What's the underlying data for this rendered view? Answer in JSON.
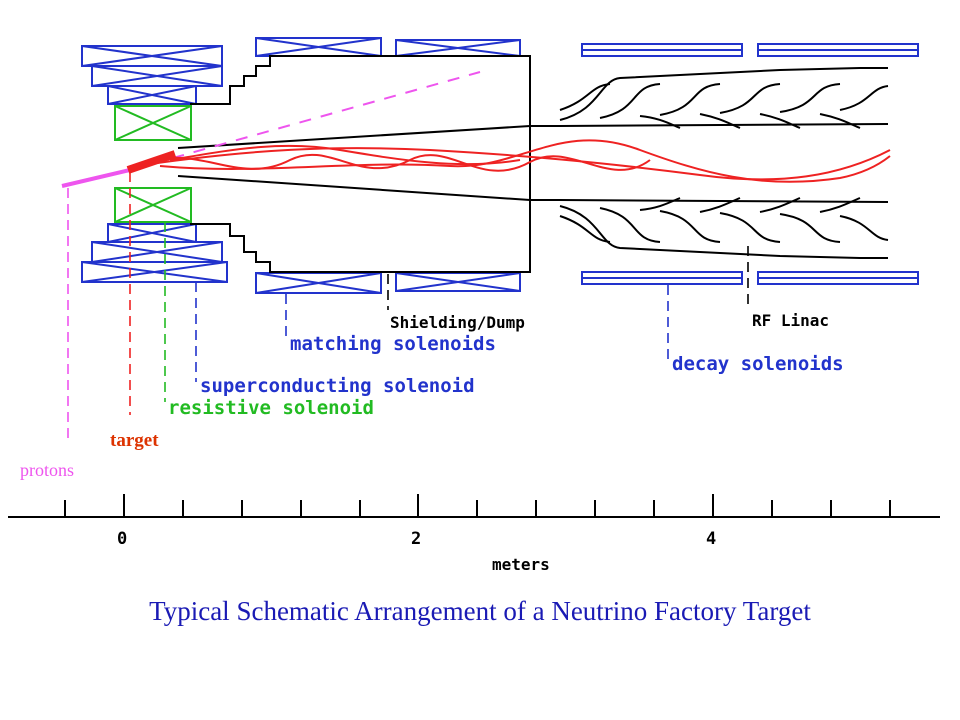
{
  "colors": {
    "magnet_blue": "#2233cc",
    "green_coil": "#22bb22",
    "proton_magenta": "#ee55ee",
    "beam_red": "#ee2222",
    "target_orange": "#dd3300",
    "caption_blue": "#1a1ab4",
    "label_gray_blue": "#5555cc",
    "black": "#000000"
  },
  "labels": {
    "protons": "protons",
    "target": "target",
    "resistive_solenoid": "resistive solenoid",
    "superconducting_solenoid": "superconducting solenoid",
    "matching_solenoids": "matching solenoids",
    "shielding_dump": "Shielding/Dump",
    "decay_solenoids": "decay solenoids",
    "rf_linac": "RF Linac"
  },
  "axis": {
    "label": "meters",
    "ticks": [
      "0",
      "2",
      "4"
    ]
  },
  "caption": "Typical Schematic Arrangement of a Neutrino Factory Target"
}
